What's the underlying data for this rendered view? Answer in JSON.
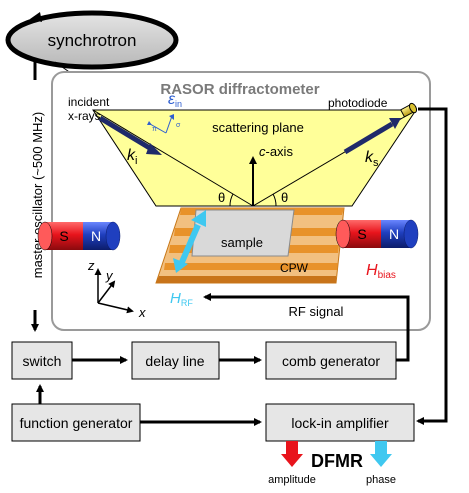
{
  "synchrotron": {
    "label": "synchrotron"
  },
  "master_oscillator": {
    "label": "master oscillator (~500 MHz)"
  },
  "diffractometer": {
    "title": "RASOR diffractometer"
  },
  "incident": {
    "line1": "incident",
    "line2": "x-rays"
  },
  "epsilon": {
    "symbol": "ε",
    "subscript": "in"
  },
  "scattering_plane": {
    "label": "scattering plane"
  },
  "k_in": {
    "symbol": "k",
    "subscript": "i"
  },
  "k_out": {
    "symbol": "k",
    "subscript": "s"
  },
  "c_axis": {
    "label": "c-axis"
  },
  "photodiode": {
    "label": "photodiode"
  },
  "theta": {
    "left": "θ",
    "right": "θ"
  },
  "sample": {
    "label": "sample"
  },
  "cpw": {
    "label": "CPW"
  },
  "magnet_left": {
    "s": "S",
    "n": "N"
  },
  "magnet_right": {
    "s": "S",
    "n": "N"
  },
  "h_bias": {
    "symbol": "H",
    "subscript": "bias"
  },
  "h_rf": {
    "symbol": "H",
    "subscript": "RF"
  },
  "axes": {
    "x": "x",
    "y": "y",
    "z": "z"
  },
  "rf_signal": {
    "label": "RF signal"
  },
  "boxes": {
    "switch": "switch",
    "delay_line": "delay line",
    "comb_generator": "comb generator",
    "function_generator": "function generator",
    "lockin": "lock-in amplifier"
  },
  "dfmr": {
    "label": "DFMR",
    "amplitude": "amplitude",
    "phase": "phase"
  },
  "colors": {
    "box_fill": "#e6e6e6",
    "plane_fill": "#ffff99",
    "cpw_orange": "#e8922a",
    "magnet_red": "#e8141c",
    "magnet_blue": "#1f3fbf",
    "rf_cyan": "#3fc8f0",
    "epsilon_blue": "#2f5fd0",
    "bias_red": "#e8141c",
    "beam_navy": "#1f2a6a"
  }
}
